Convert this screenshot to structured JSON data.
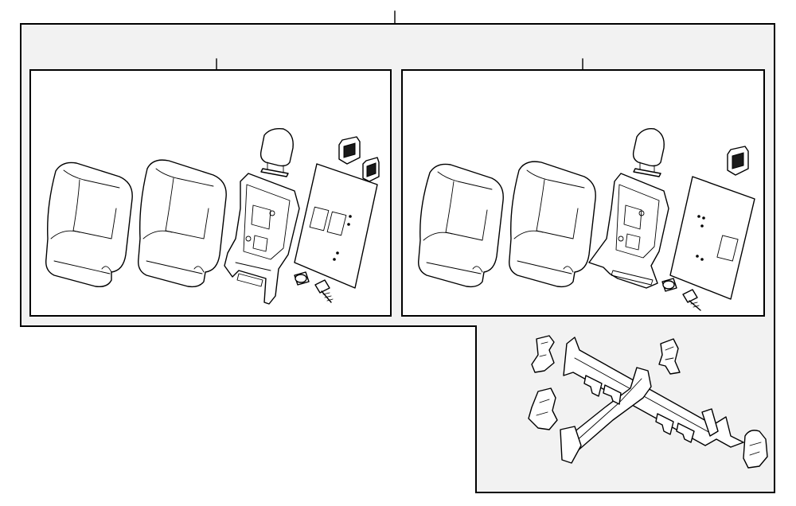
{
  "diagram": {
    "colors": {
      "line": "#000000",
      "outer_panel_fill": "#f2f2f2",
      "background": "#ffffff"
    },
    "groups": [
      {
        "id": "left-seat-back-assembly",
        "parts": [
          "seat-back-cover",
          "seat-back-cover",
          "seat-back-frame",
          "headrest",
          "latch-switch",
          "latch-switch",
          "back-board",
          "bushing",
          "bolt"
        ]
      },
      {
        "id": "right-seat-back-assembly",
        "parts": [
          "seat-back-cover",
          "seat-back-cover",
          "seat-back-frame",
          "headrest",
          "latch-switch",
          "back-board",
          "bushing",
          "bolt"
        ]
      },
      {
        "id": "seat-frame-assembly",
        "parts": [
          "cross-frame",
          "bracket",
          "bracket",
          "bracket",
          "bracket"
        ]
      }
    ]
  }
}
